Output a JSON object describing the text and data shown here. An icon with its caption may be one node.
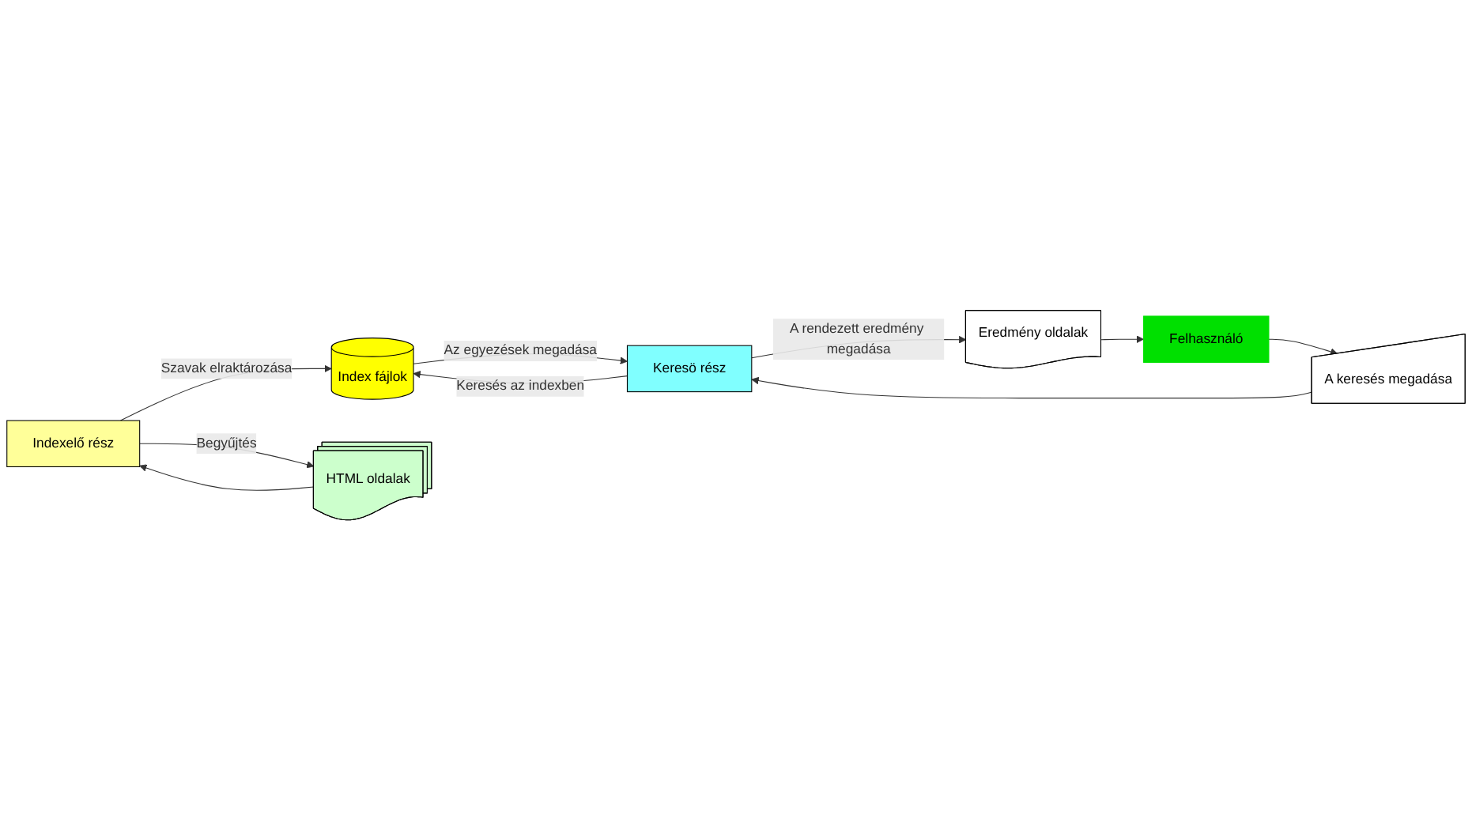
{
  "diagram": {
    "nodes": [
      {
        "text": [
          "Indexelő rész"
        ]
      },
      {
        "text": [
          "Index fájlok"
        ]
      },
      {
        "text": [
          "Keresö rész"
        ]
      },
      {
        "text": [
          "A keresés megadása"
        ]
      },
      {
        "text": [
          "Felhasználó"
        ]
      },
      {
        "text": [
          "Eredmény oldalak"
        ]
      },
      {
        "text": [
          "HTML oldalak"
        ]
      }
    ],
    "edges": [
      {
        "from": 0,
        "to": 1,
        "arrow": "to",
        "label": "Szavak elraktározása"
      },
      {
        "from": 2,
        "to": 1,
        "arrow": "to",
        "label": "Keresés az indexben"
      },
      {
        "from": 1,
        "to": 2,
        "arrow": "to",
        "label": "Az egyezések megadása"
      },
      {
        "from": 0,
        "to": 6,
        "arrow": "to",
        "label": "Begyűjtés"
      },
      {
        "from": 6,
        "to": 0,
        "arrow": "to"
      },
      {
        "from": 3,
        "to": 2,
        "arrow": "to"
      },
      {
        "from": 4,
        "to": 3,
        "arrow": "to"
      },
      {
        "from": 5,
        "to": 4,
        "arrow": "to"
      },
      {
        "from": 2,
        "to": 5,
        "arrow": "to",
        "label": "A rendezett eredmény megadása"
      }
    ]
  }
}
